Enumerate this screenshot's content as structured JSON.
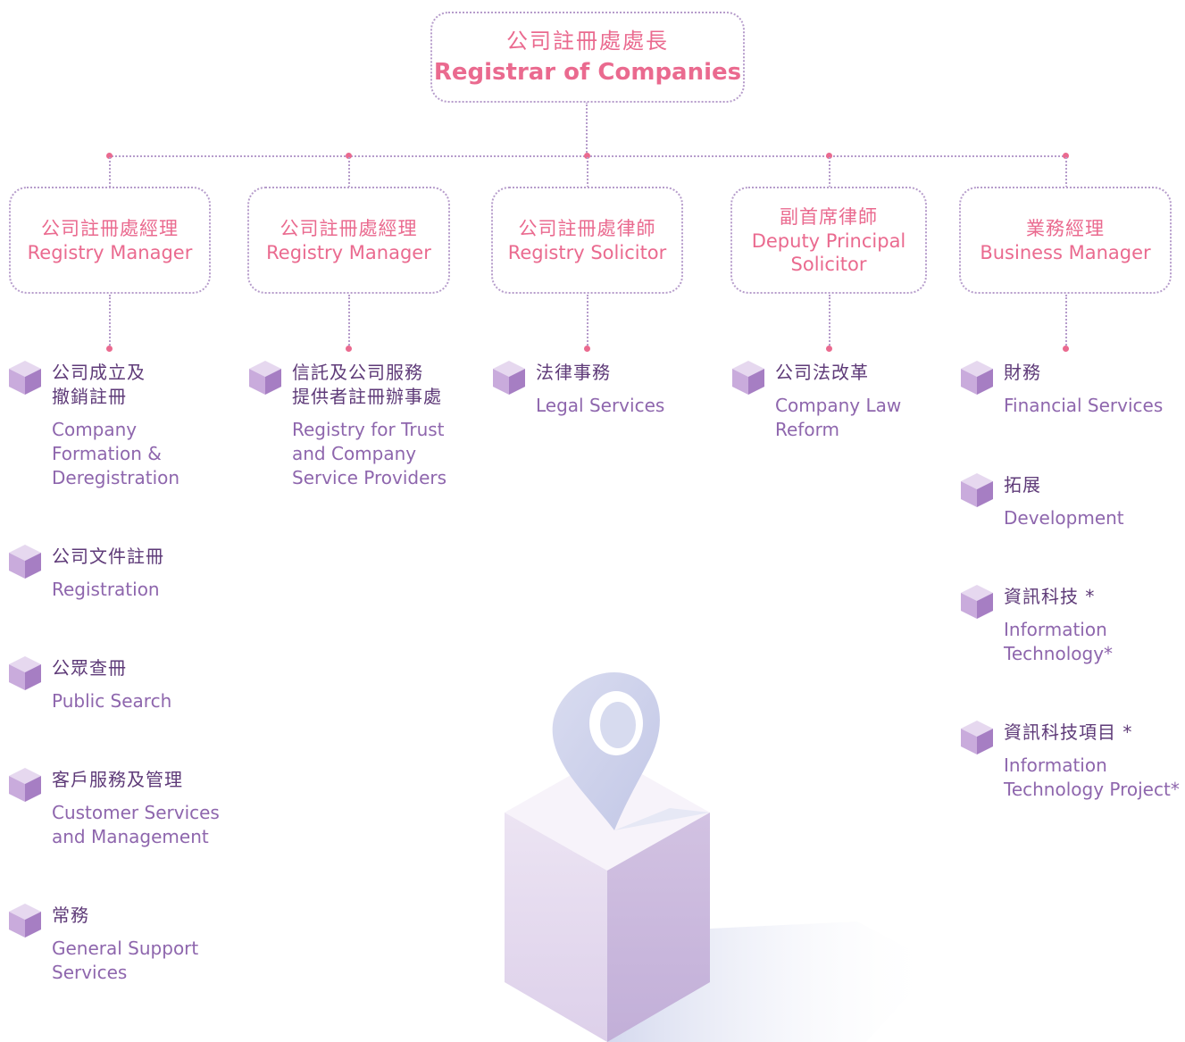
{
  "colors": {
    "accent": "#ea6a8f",
    "connector": "#b69ccb",
    "item_title": "#5e3a78",
    "item_text": "#8e66ad"
  },
  "top": {
    "zh": "公司註冊處處長",
    "en": "Registrar of Companies"
  },
  "managers": [
    {
      "zh": "公司註冊處經理",
      "en": "Registry Manager"
    },
    {
      "zh": "公司註冊處經理",
      "en": "Registry Manager"
    },
    {
      "zh": "公司註冊處律師",
      "en": "Registry Solicitor"
    },
    {
      "zh": "副首席律師",
      "en": "Deputy Principal\nSolicitor"
    },
    {
      "zh": "業務經理",
      "en": "Business Manager"
    }
  ],
  "columns": [
    {
      "items": [
        {
          "zh": "公司成立及\n撤銷註冊",
          "en": "Company\nFormation &\nDeregistration"
        },
        {
          "zh": "公司文件註冊",
          "en": "Registration"
        },
        {
          "zh": "公眾查冊",
          "en": "Public Search"
        },
        {
          "zh": "客戶服務及管理",
          "en": "Customer Services\nand Management"
        },
        {
          "zh": "常務",
          "en": "General Support\nServices"
        }
      ]
    },
    {
      "items": [
        {
          "zh": "信託及公司服務\n提供者註冊辦事處",
          "en": "Registry for Trust\nand Company\nService Providers"
        }
      ]
    },
    {
      "items": [
        {
          "zh": "法律事務",
          "en": "Legal Services"
        }
      ]
    },
    {
      "items": [
        {
          "zh": "公司法改革",
          "en": "Company Law\nReform"
        }
      ]
    },
    {
      "items": [
        {
          "zh": "財務",
          "en": "Financial Services"
        },
        {
          "zh": "拓展",
          "en": "Development"
        },
        {
          "zh": "資訊科技 *",
          "en": "Information\nTechnology*"
        },
        {
          "zh": "資訊科技項目 *",
          "en": "Information\nTechnology Project*"
        }
      ]
    }
  ],
  "illustration": {
    "icon": "location-pin-box-icon"
  }
}
